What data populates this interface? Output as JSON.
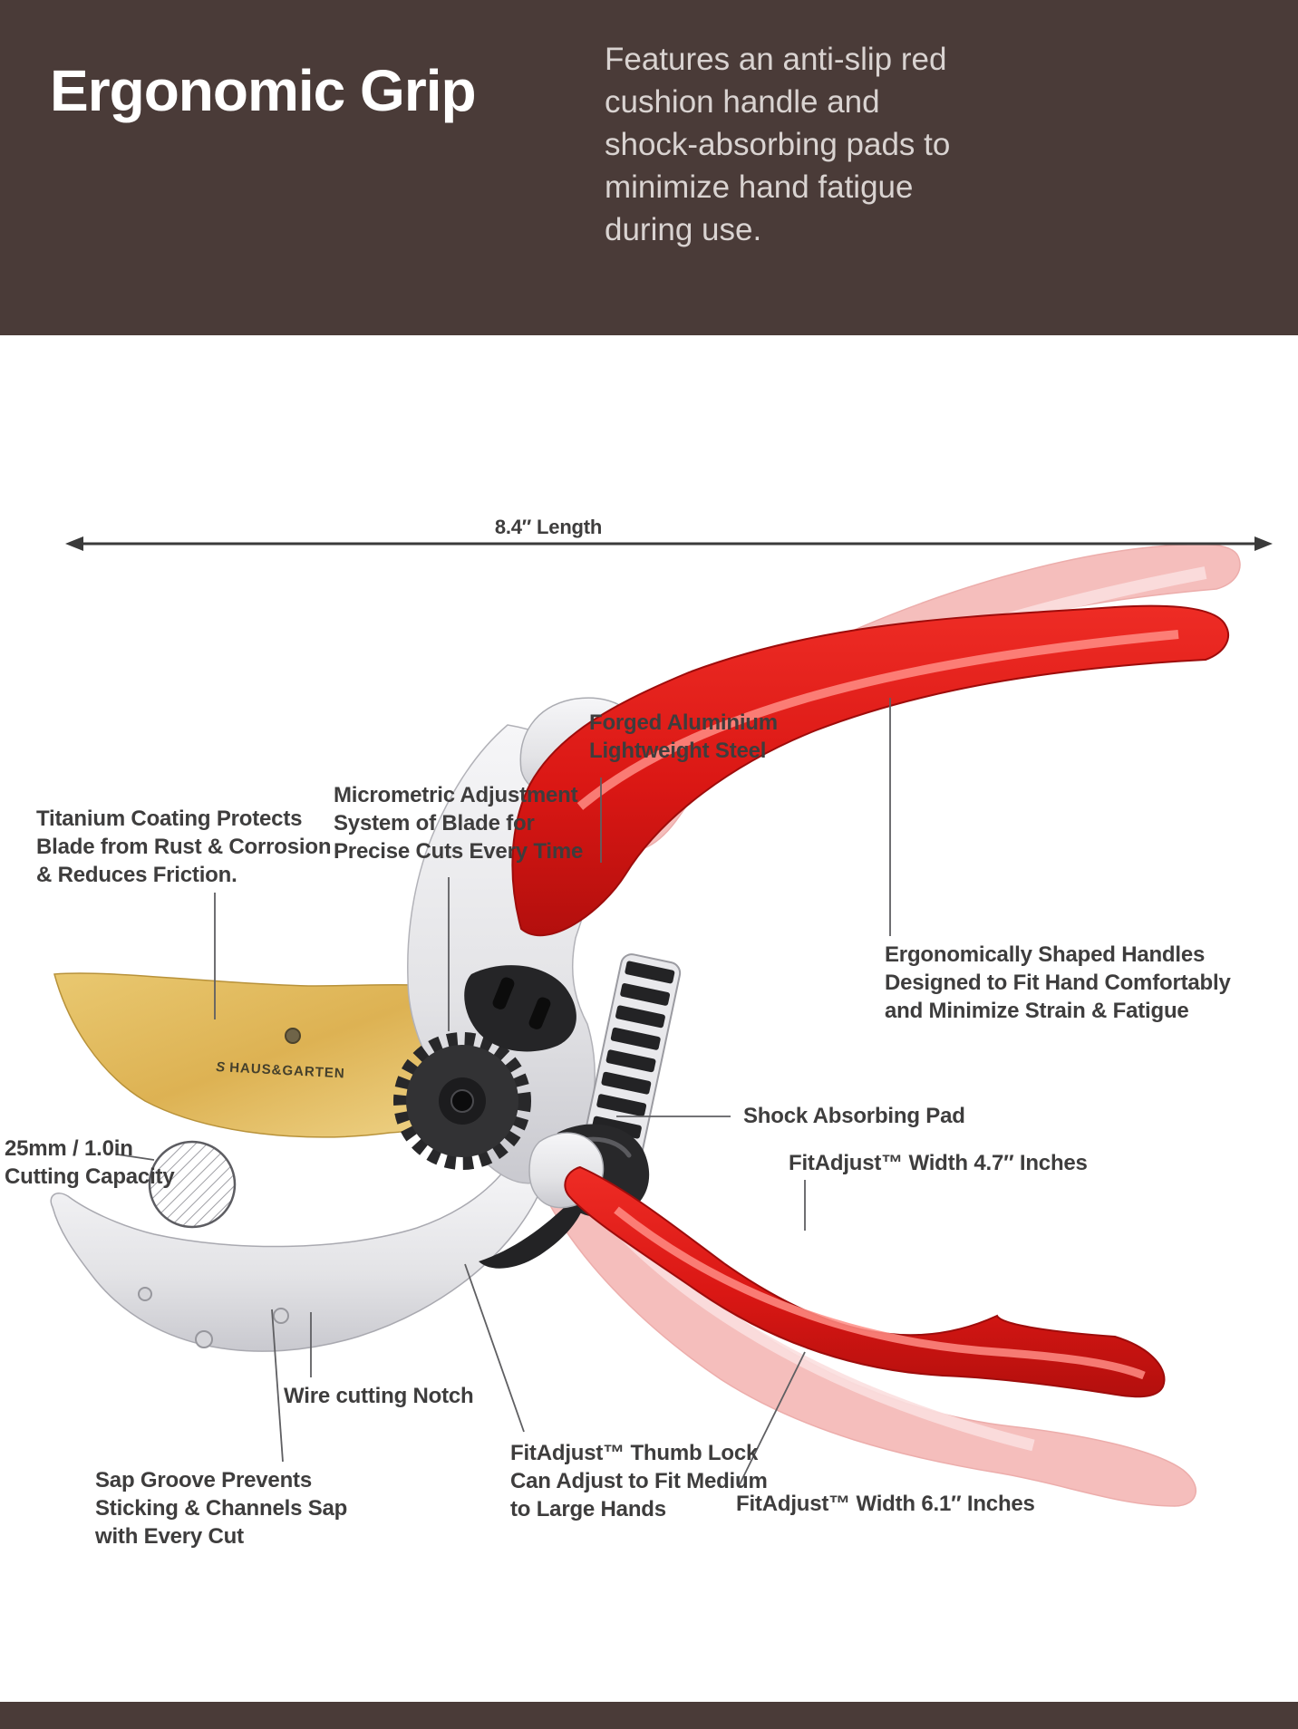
{
  "header": {
    "title": "Ergonomic Grip",
    "description": "Features an anti-slip red\ncushion handle and\nshock-absorbing pads to\nminimize hand fatigue\nduring use."
  },
  "labels": {
    "dimension": "8.4″ Length",
    "forged": "Forged Aluminium\nLightweight Steel",
    "micrometric": "Micrometric Adjustment\nSystem of Blade for\nPrecise Cuts Every Time",
    "titanium": "Titanium Coating Protects\nBlade from Rust & Corrosion\n& Reduces Friction.",
    "ergonomic": "Ergonomically Shaped Handles\nDesigned to Fit Hand Comfortably\nand Minimize Strain & Fatigue",
    "shock": "Shock Absorbing Pad",
    "fit_width_47": "FitAdjust™ Width 4.7″ Inches",
    "capacity": "25mm / 1.0in\nCutting Capacity",
    "wire_notch": "Wire cutting Notch",
    "sap_groove": "Sap Groove Prevents\nSticking & Channels Sap\nwith Every Cut",
    "thumb_lock": "FitAdjust™ Thumb Lock\nCan Adjust to Fit Medium\nto Large Hands",
    "fit_width_61": "FitAdjust™ Width 6.1″ Inches"
  },
  "brand": {
    "mark": "S",
    "name": "HAUS&GARTEN"
  },
  "colors": {
    "header_bg": "#4a3b38",
    "title_text": "#ffffff",
    "description_text": "#d9d3d1",
    "handle_red": "#e02420",
    "ghost_pink": "#f4b7b5",
    "blade_gold": "#e3bc5e",
    "metal_silver": "#ececee",
    "label_text": "#3e3d3d"
  }
}
